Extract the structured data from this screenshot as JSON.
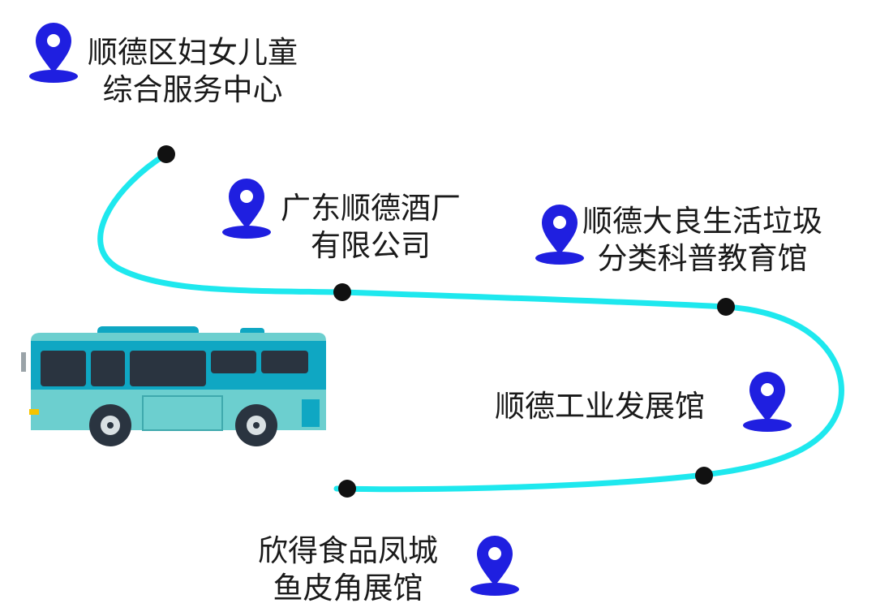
{
  "stops": [
    {
      "id": "women-children-center",
      "lines": [
        "顺德区妇女儿童",
        "综合服务中心"
      ]
    },
    {
      "id": "winery",
      "lines": [
        "广东顺德酒厂",
        "有限公司"
      ]
    },
    {
      "id": "garbage-museum",
      "lines": [
        "顺德大良生活垃圾",
        "分类科普教育馆"
      ]
    },
    {
      "id": "industry-museum",
      "lines": [
        "顺德工业发展馆"
      ]
    },
    {
      "id": "fish-skin-museum",
      "lines": [
        "欣得食品凤城",
        "鱼皮角展馆"
      ]
    }
  ],
  "colors": {
    "route": "#1ee8ee",
    "stop_dot": "#111111",
    "pin": "#1f1fe0",
    "bus_body": "#6ccfcf",
    "bus_stripe": "#0fa7c3",
    "bus_window": "#2a3440"
  },
  "icons": {
    "pin": "map-pin-icon",
    "bus": "bus-icon"
  }
}
